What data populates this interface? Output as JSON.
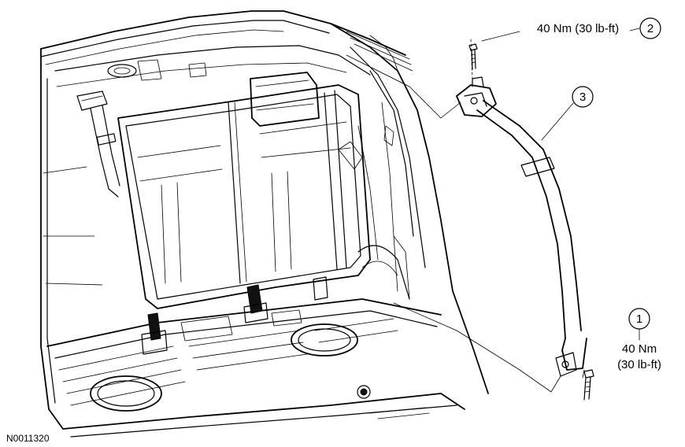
{
  "figure_id": "N0011320",
  "callouts": [
    {
      "number": "1",
      "torque_line1": "40 Nm",
      "torque_line2": "(30 lb-ft)"
    },
    {
      "number": "2",
      "torque": "40 Nm (30 lb-ft)"
    },
    {
      "number": "3"
    }
  ],
  "colors": {
    "line": "#000000",
    "background": "#ffffff"
  }
}
